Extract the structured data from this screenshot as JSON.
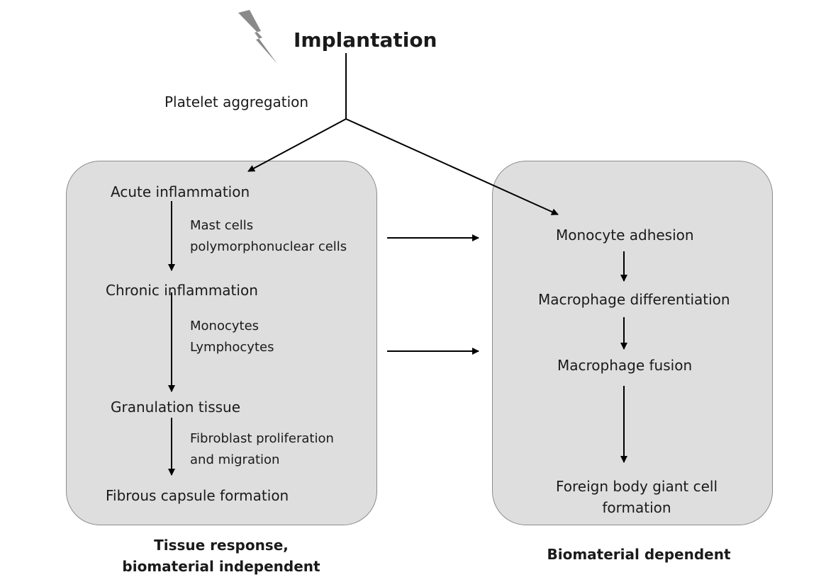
{
  "title": "Implantation",
  "trigger": "Platelet aggregation",
  "tissue_box": {
    "steps": [
      "Acute inflammation",
      "Chronic inflammation",
      "Granulation tissue",
      "Fibrous capsule formation"
    ],
    "transitions": [
      [
        "Mast cells",
        "polymorphonuclear cells"
      ],
      [
        "Monocytes",
        "Lymphocytes"
      ],
      [
        "Fibroblast proliferation",
        "and migration"
      ]
    ],
    "caption": [
      "Tissue response,",
      "biomaterial independent"
    ]
  },
  "biomaterial_box": {
    "steps": [
      "Monocyte adhesion",
      "Macrophage differentiation",
      "Macrophage fusion"
    ],
    "final_step": [
      "Foreign body giant cell",
      "formation"
    ],
    "caption": "Biomaterial dependent"
  },
  "colors": {
    "box_fill": "#dedede",
    "box_border": "#8c8c8c",
    "lightning": "#8a8a8a",
    "line": "#000000"
  }
}
